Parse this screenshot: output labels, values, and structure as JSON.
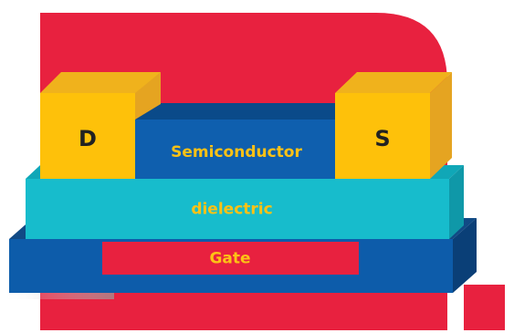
{
  "diagram": {
    "labels": {
      "drain": "D",
      "source": "S",
      "semiconductor": "Semiconductor",
      "dielectric": "dielectric",
      "gate": "Gate"
    },
    "colors": {
      "background_shape": "#e8213f",
      "substrate_front": "#0d5caa",
      "substrate_top": "#114a85",
      "substrate_side": "#0a3f77",
      "gate": "#e8213f",
      "dielectric_front": "#17bccc",
      "dielectric_top": "#10a7b7",
      "dielectric_side": "#0f98a8",
      "semiconductor_front": "#0f5fae",
      "semiconductor_top": "#0a4a89",
      "electrode_front": "#fec10a",
      "electrode_top": "#f0b21c",
      "electrode_side": "#e5a421",
      "label_on_blue": "#fdc215",
      "label_on_electrode": "#222222",
      "label_on_gate": "#fdc215"
    }
  }
}
